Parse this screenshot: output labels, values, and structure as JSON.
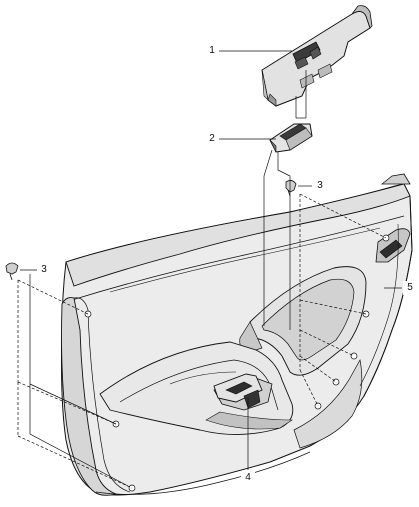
{
  "callouts": {
    "c1": "1",
    "c2": "2",
    "c3a": "3",
    "c3b": "3",
    "c4": "4",
    "c5": "5"
  },
  "colors": {
    "panel_fill": "#e6e6e6",
    "panel_light": "#f0f0f0",
    "shade": "#c4c4c4",
    "dark": "#3a3a3a",
    "line": "#111111"
  }
}
